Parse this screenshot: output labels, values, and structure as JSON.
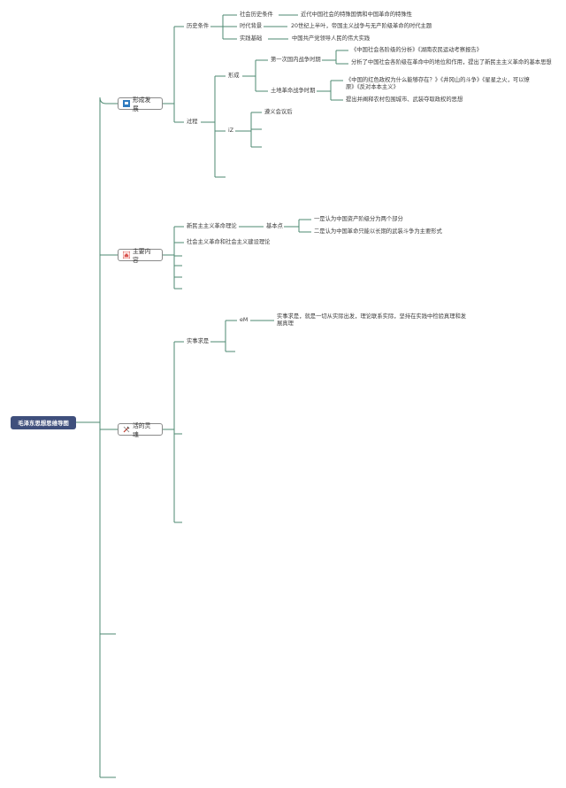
{
  "root": {
    "label": "毛泽东思想思维导图"
  },
  "branches": {
    "formation": {
      "label": "形成发展",
      "history": {
        "label": "历史条件",
        "social": {
          "label": "社会历史条件",
          "detail": "近代中国社会的特殊国情和中国革命的特殊性"
        },
        "era": {
          "label": "时代背景",
          "detail": "20世纪上半叶，帝国主义战争与无产阶级革命的时代主题"
        },
        "practice": {
          "label": "实践基础",
          "detail": "中国共产党领导人民的伟大实践"
        }
      },
      "process": {
        "label": "过程",
        "form": {
          "label": "形成",
          "first_war": {
            "label": "第一次国内战争时期",
            "item1": "《中国社会各阶级的分析》《湖南农民运动考察报告》",
            "item2": "分析了中国社会各阶级在革命中的地位和作用，提出了新民主主义革命的基本思想"
          },
          "land_war": {
            "label": "土地革命战争时期",
            "item1": "《中国的红色政权为什么能够存在？》《井冈山的斗争》《星星之火，可以燎原》《反对本本主义》",
            "item2": "提出并阐释农村包围城市、武装夺取政权的思想"
          }
        },
        "develop": {
          "label": "iZ",
          "zunyi": "遵义会议后"
        }
      }
    },
    "content": {
      "label": "主要内容",
      "nd": {
        "label": "新民主主义革命理论",
        "basic": {
          "label": "基本点",
          "item1": "一是认为中国资产阶级分为两个部分",
          "item2": "二是认为中国革命只能以长期的武装斗争为主要形式"
        }
      },
      "sr": {
        "label": "社会主义革命和社会主义建设理论"
      }
    },
    "soul": {
      "label": "活的灵魂",
      "srsq": {
        "label": "实事求是",
        "sub": {
          "label": "eM",
          "detail": "实事求是，就是一切从实际出发，理论联系实际，坚持在实践中检验真理和发展真理"
        }
      }
    }
  },
  "colors": {
    "line": "#4d8a72",
    "root": "#3f4f7c",
    "flag": "#2f7bbf",
    "home": "#d9534f"
  }
}
